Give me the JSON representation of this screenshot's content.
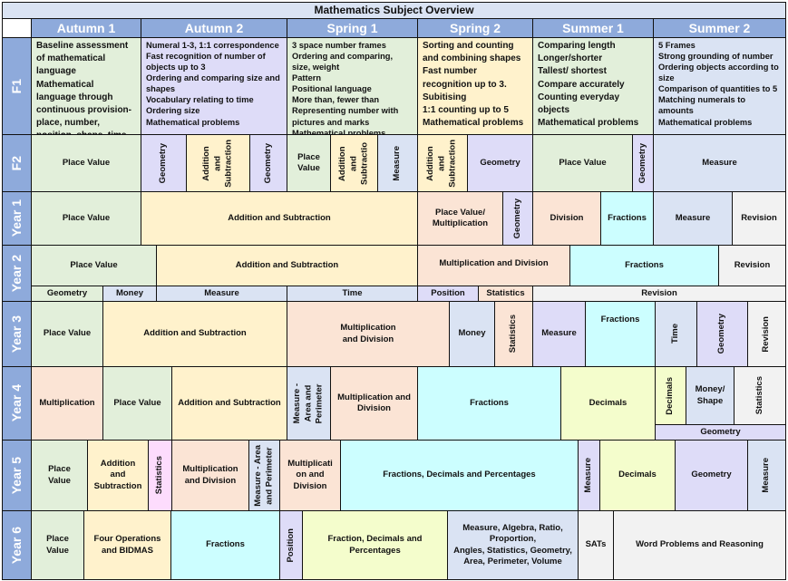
{
  "title": "Mathematics Subject Overview",
  "terms": [
    "Autumn 1",
    "Autumn 2",
    "Spring 1",
    "Spring 2",
    "Summer 1",
    "Summer 2"
  ],
  "rows": {
    "f1": {
      "label": "F1",
      "cells": [
        {
          "lines": [
            "Baseline assessment of mathematical language",
            "Mathematical language through continuous provision- place, number, position, shape, time"
          ]
        },
        {
          "lines": [
            "Numeral 1-3, 1:1 correspondence",
            "Fast recognition of number of objects up to 3",
            "Ordering and comparing size and shapes",
            "Vocabulary relating to time",
            "Ordering size",
            "Mathematical problems"
          ]
        },
        {
          "lines": [
            "3 space number frames",
            "Ordering and comparing, size, weight",
            "Pattern",
            "Positional language",
            "More than, fewer than",
            "Representing number with pictures and marks",
            "Mathematical problems"
          ]
        },
        {
          "lines": [
            "Sorting and counting and combining shapes",
            "Fast number recognition up to 3.",
            "Subitising",
            "1:1 counting up to 5",
            "Mathematical problems"
          ]
        },
        {
          "lines": [
            "Comparing length",
            "Longer/shorter",
            "Tallest/ shortest",
            "Compare accurately",
            "Counting everyday objects",
            "Mathematical problems"
          ]
        },
        {
          "lines": [
            "5 Frames",
            "Strong grounding of number",
            "Ordering objects according to size",
            "Comparison of quantities to 5",
            "Matching numerals to amounts",
            "Mathematical problems"
          ]
        }
      ]
    },
    "f2": {
      "label": "F2",
      "cells": [
        "Place Value",
        "Geometry",
        "Addition\nand\nSubtraction",
        "Geometry",
        "Place\nValue",
        "Addition\nand\nSubtractio",
        "Measure",
        "Addition\nand\nSubtraction",
        "Geometry",
        "Place Value",
        "Geometry",
        "Measure"
      ]
    },
    "y1": {
      "label": "Year 1",
      "cells": [
        "Place Value",
        "Addition and Subtraction",
        "Place Value/\nMultiplication",
        "Geometry",
        "Division",
        "Fractions",
        "Measure",
        "Revision"
      ]
    },
    "y2": {
      "label": "Year 2",
      "cells": [
        "Place Value",
        "Addition and Subtraction",
        "Multiplication and Division",
        "Fractions",
        "Revision",
        "Geometry",
        "Money",
        "Measure",
        "Time",
        "Position",
        "Statistics",
        "Revision"
      ]
    },
    "y3": {
      "label": "Year 3",
      "cells": [
        "Place Value",
        "Addition and Subtraction",
        "Multiplication\nand Division",
        "Money",
        "Statistics",
        "Measure",
        "Fractions",
        "Time",
        "Geometry",
        "Revision"
      ]
    },
    "y4": {
      "label": "Year 4",
      "cells": [
        "Multiplication",
        "Place Value",
        "Addition and Subtraction",
        "Measure -\nArea and\nPerimeter",
        "Multiplication and\nDivision",
        "Fractions",
        "Decimals",
        "Decimals",
        "Money/\nShape",
        "Statistics",
        "Geometry"
      ]
    },
    "y5": {
      "label": "Year 5",
      "cells": [
        "Place\nValue",
        "Addition\nand\nSubtraction",
        "Statistics",
        "Multiplication\nand Division",
        "Measure - Area\nand Perimeter",
        "Multiplicati\non and\nDivision",
        "Fractions, Decimals and Percentages",
        "Measure",
        "Decimals",
        "Geometry",
        "Measure"
      ]
    },
    "y6": {
      "label": "Year 6",
      "cells": [
        "Place\nValue",
        "Four Operations\nand BIDMAS",
        "Fractions",
        "Position",
        "Fraction, Decimals and\nPercentages",
        "Measure, Algebra, Ratio,\nProportion,\nAngles, Statistics, Geometry,\nArea, Perimeter, Volume",
        "SATs",
        "Word Problems and Reasoning"
      ]
    }
  }
}
